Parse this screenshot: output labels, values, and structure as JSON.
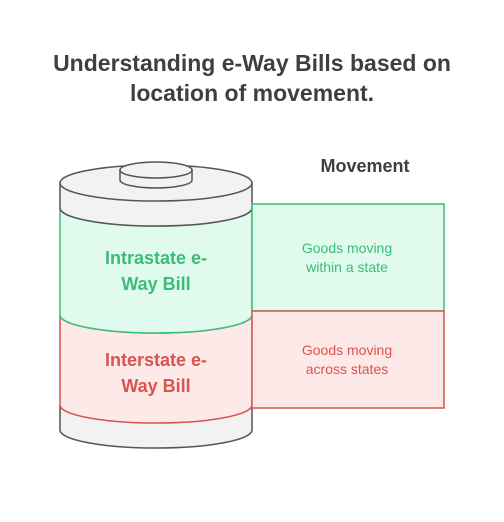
{
  "title": {
    "line1": "Understanding e-Way Bills based on",
    "line2": "location of movement."
  },
  "column_header": "Movement",
  "segments": [
    {
      "label_line1": "Intrastate e-",
      "label_line2": "Way Bill",
      "description_line1": "Goods moving",
      "description_line2": "within a state",
      "color": "#3dbb78",
      "fill": "#e0fbee"
    },
    {
      "label_line1": "Interstate e-",
      "label_line2": "Way Bill",
      "description_line1": "Goods moving",
      "description_line2": "across states",
      "color": "#d9534f",
      "fill": "#fde9e8"
    }
  ]
}
